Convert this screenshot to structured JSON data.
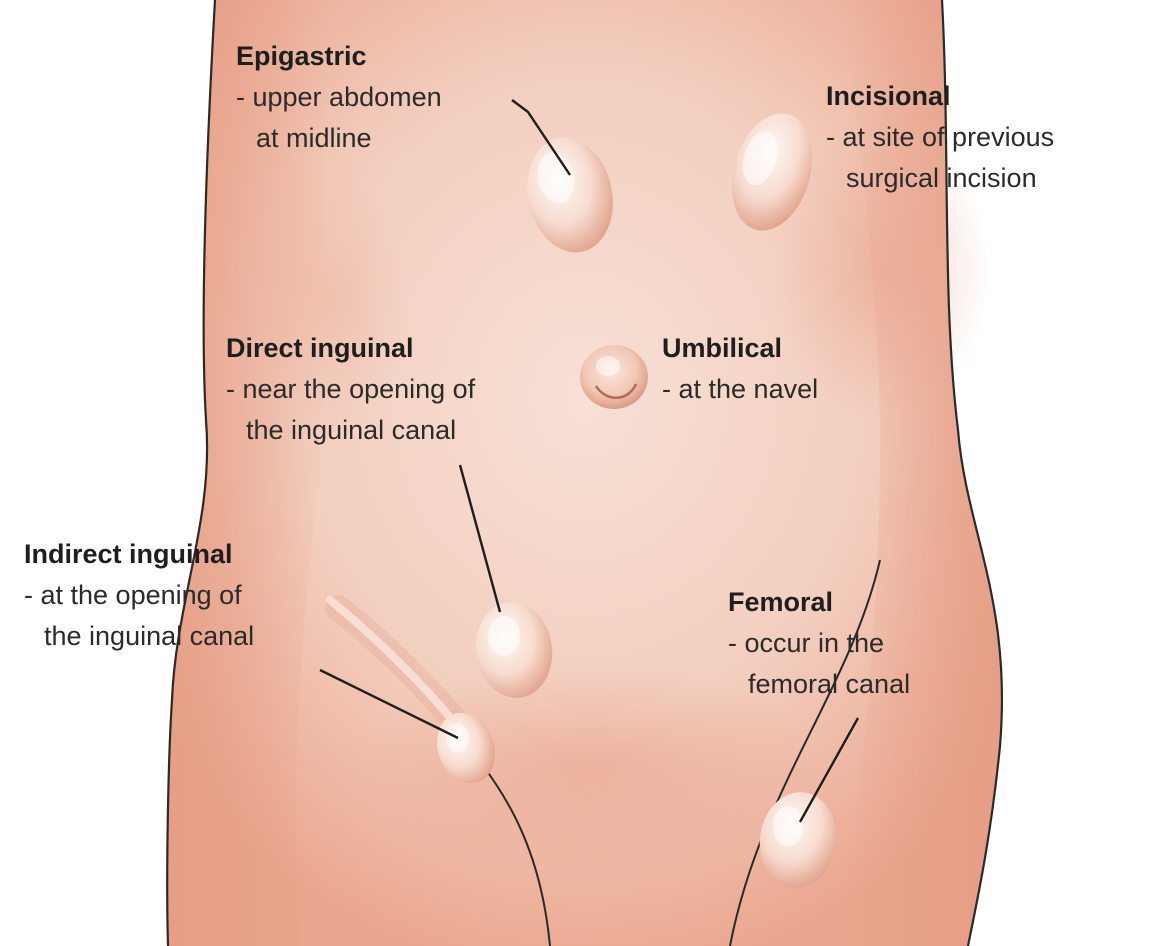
{
  "colors": {
    "skin_base": "#f6d9cc",
    "skin_shadow": "#e9a58d",
    "outline": "#2a2a2a",
    "hernia_highlight": "#fff8f3",
    "hernia_shadow": "#e2a58e",
    "text": "#2b2b2b"
  },
  "labels": {
    "epigastric": {
      "title": "Epigastric",
      "line1": "- upper abdomen",
      "line2": "at midline"
    },
    "incisional": {
      "title": "Incisional",
      "line1": "- at site of previous",
      "line2": "surgical incision"
    },
    "direct_inguinal": {
      "title": "Direct inguinal",
      "line1": "- near the opening of",
      "line2": "the inguinal canal"
    },
    "umbilical": {
      "title": "Umbilical",
      "line1": "- at the navel"
    },
    "indirect_inguinal": {
      "title": "Indirect inguinal",
      "line1": "- at the opening of",
      "line2": "the inguinal canal"
    },
    "femoral": {
      "title": "Femoral",
      "line1": "- occur in the",
      "line2": "femoral canal"
    }
  }
}
